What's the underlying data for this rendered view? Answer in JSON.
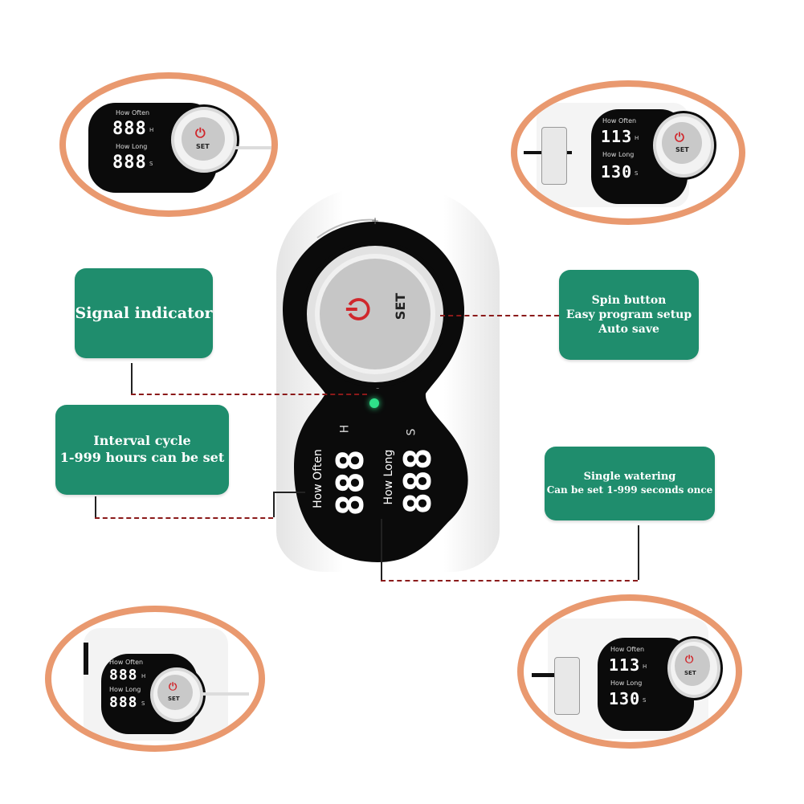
{
  "callouts": {
    "signal_indicator": "Signal indicator",
    "spin_button": [
      "Spin button",
      "Easy program setup",
      "Auto save"
    ],
    "interval_cycle": [
      "Interval cycle",
      "1-999 hours can be set"
    ],
    "single_watering": [
      "Single watering",
      "Can be set 1-999 seconds once"
    ]
  },
  "device": {
    "how_often_label": "How Often",
    "how_long_label": "How Long",
    "how_often_value": "888",
    "how_long_value": "888",
    "hours_unit": "H",
    "seconds_unit": "S",
    "set_label": "SET",
    "power_symbol": "⏻",
    "dial_plus": "+",
    "dial_minus": "-"
  },
  "vignettes": {
    "top_left": {
      "how_often": "How Often",
      "how_long": "How Long",
      "value_1": "888",
      "value_2": "888",
      "unit_1": "H",
      "unit_2": "S",
      "set": "SET"
    },
    "top_right": {
      "how_often": "How Often",
      "how_long": "How Long",
      "value_1": "113",
      "value_2": "130",
      "unit_1": "H",
      "unit_2": "S",
      "set": "SET"
    },
    "bottom_left": {
      "how_often": "How Often",
      "how_long": "How Long",
      "value_1": "888",
      "value_2": "888",
      "unit_1": "H",
      "unit_2": "S",
      "set": "SET"
    },
    "bottom_right": {
      "how_often": "How Often",
      "how_long": "How Long",
      "value_1": "113",
      "value_2": "130",
      "unit_1": "H",
      "unit_2": "S",
      "set": "SET"
    }
  },
  "colors": {
    "callout_green": "#1f8d6d",
    "oval_border": "#e9996f",
    "leader_line": "#8b1a1a",
    "indicator_led": "#2fe08a",
    "power_red": "#d0272c"
  }
}
